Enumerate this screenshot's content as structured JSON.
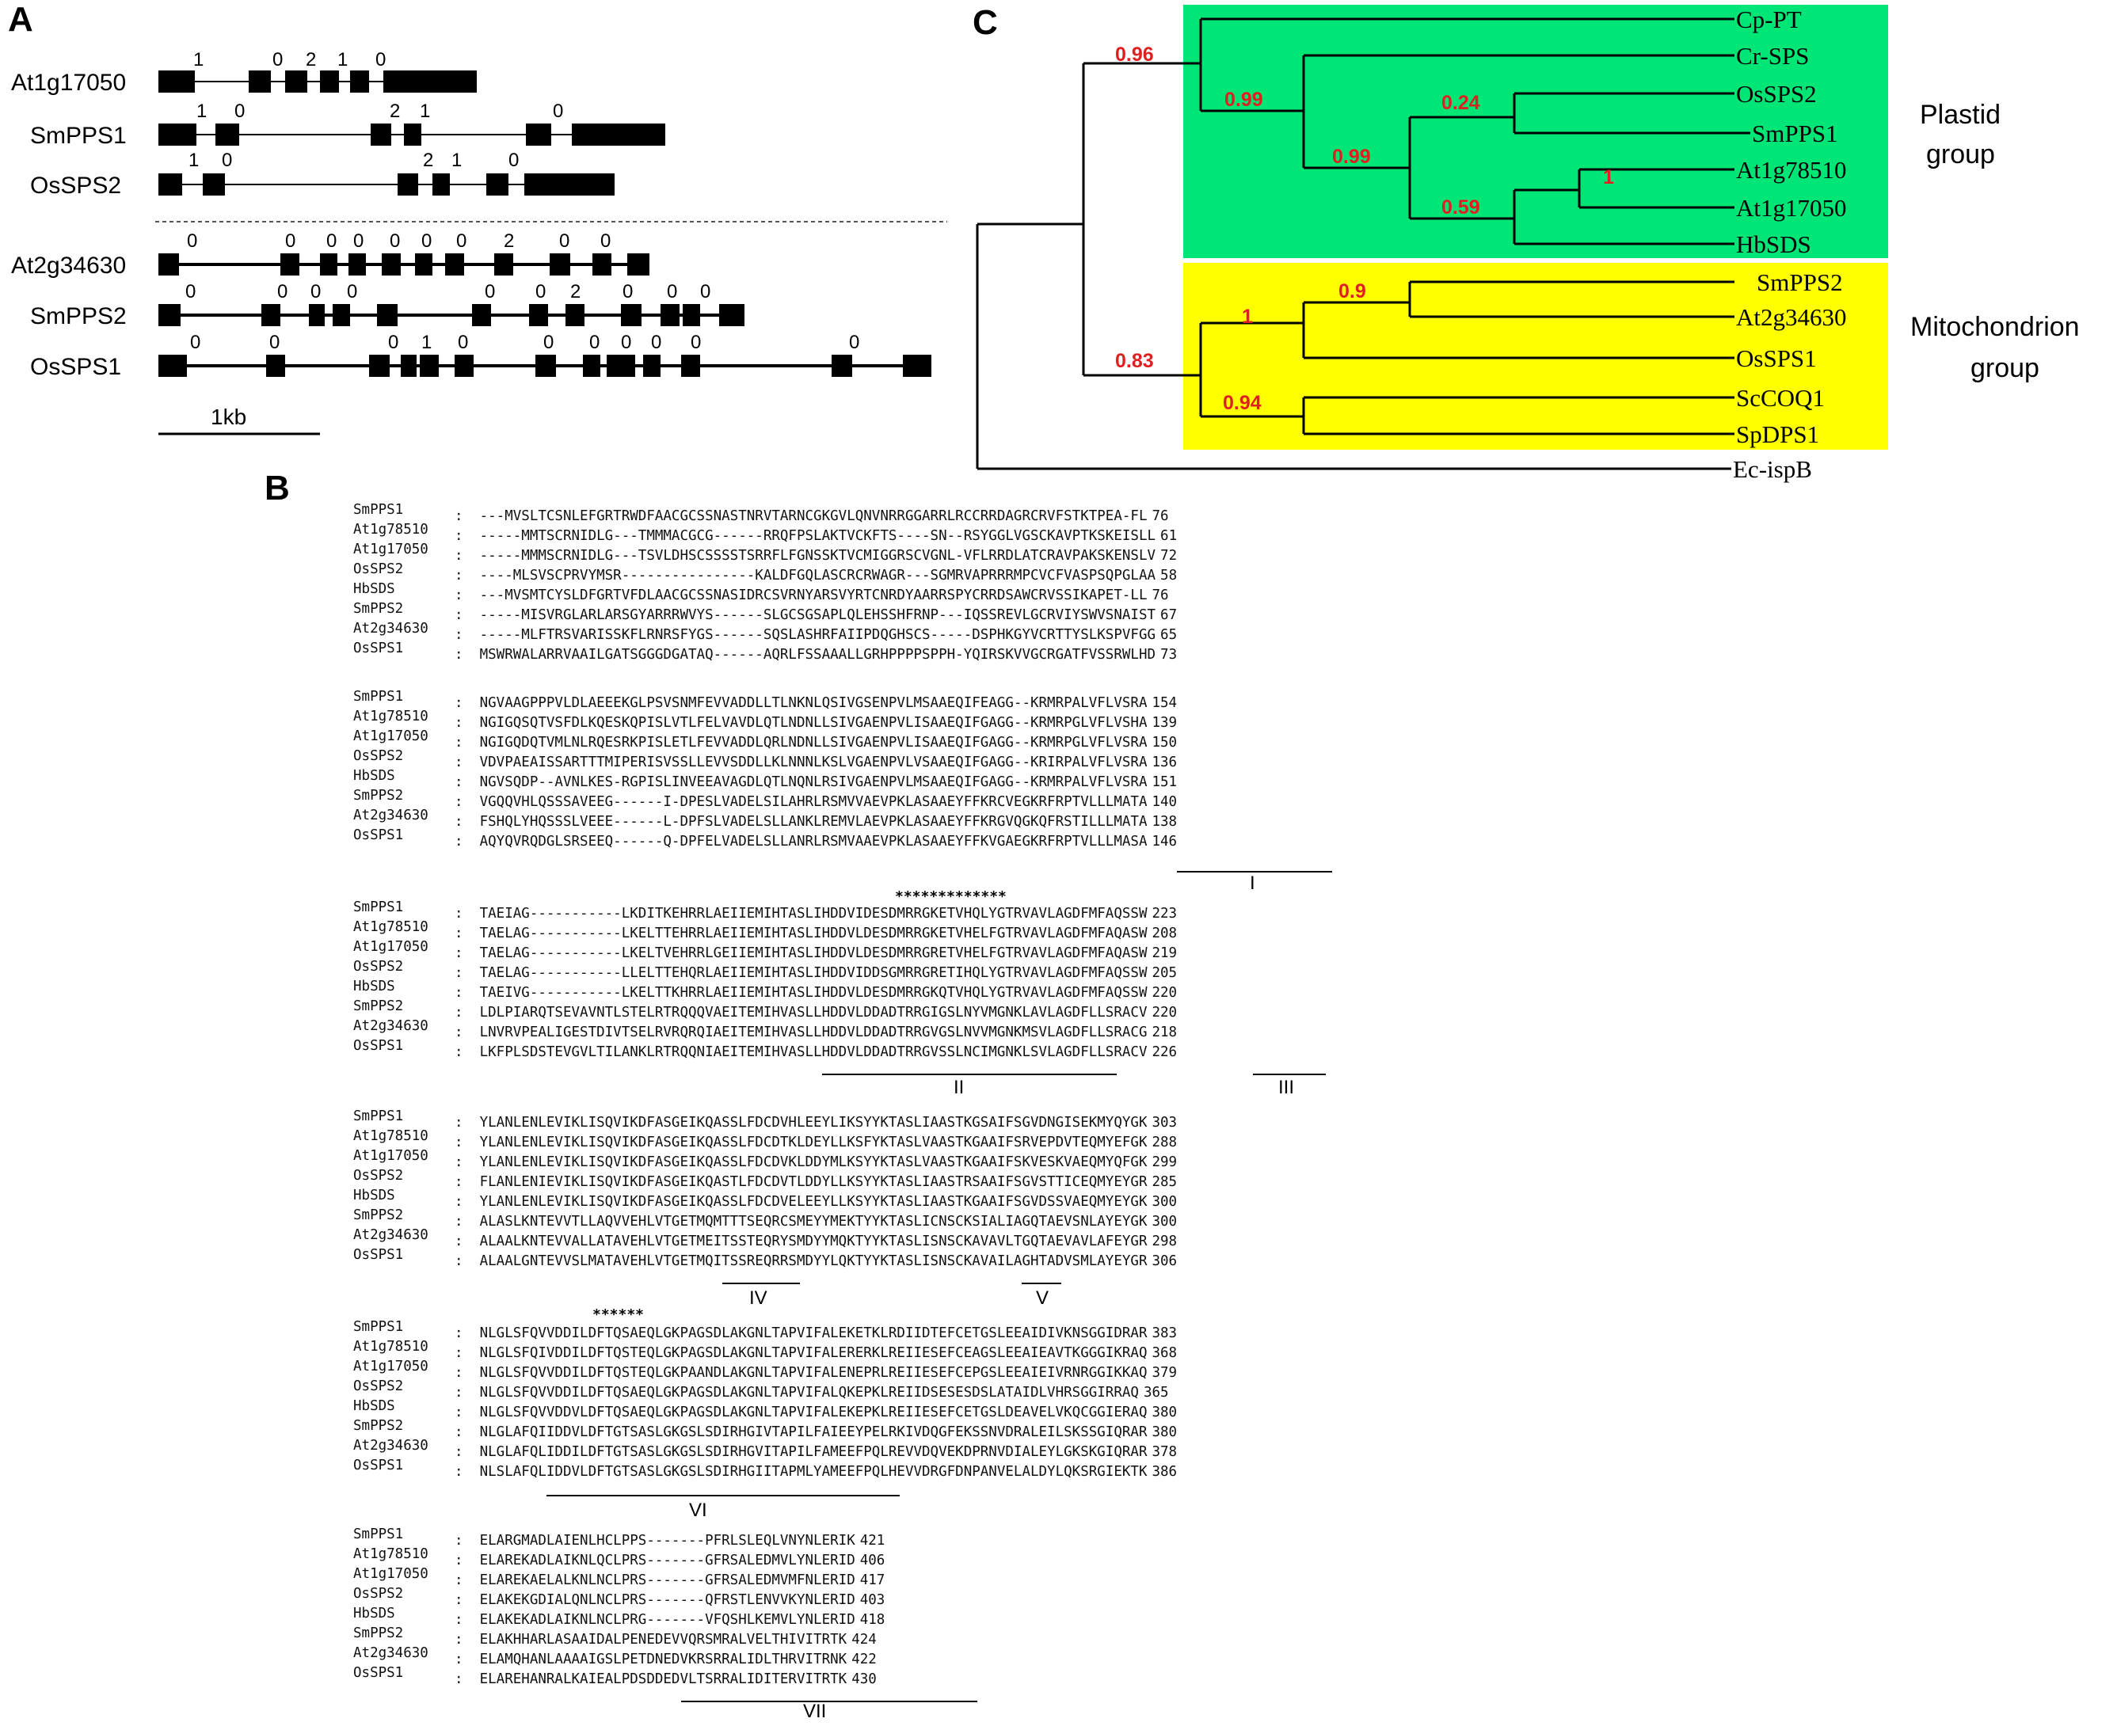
{
  "panels": {
    "a": "A",
    "b": "B",
    "c": "C"
  },
  "gene_structure": {
    "genes": [
      {
        "name": "At1g17050",
        "phases": [
          "1",
          "0",
          "2",
          "1",
          "0"
        ]
      },
      {
        "name": "SmPPS1",
        "phases": [
          "1",
          "0",
          "2",
          "1",
          "0"
        ]
      },
      {
        "name": "OsSPS2",
        "phases": [
          "1",
          "0",
          "2",
          "1",
          "0"
        ]
      },
      {
        "name": "At2g34630",
        "phases": [
          "0",
          "0",
          "0",
          "0",
          "0",
          "0",
          "0",
          "2",
          "0",
          "0"
        ]
      },
      {
        "name": "SmPPS2",
        "phases": [
          "0",
          "0",
          "0",
          "0",
          "0",
          "0",
          "2",
          "0",
          "0",
          "0"
        ]
      },
      {
        "name": "OsSPS1",
        "phases": [
          "0",
          "0",
          "0",
          "1",
          "0",
          "0",
          "0",
          "0",
          "0",
          "0",
          "0"
        ]
      }
    ],
    "scale_label": "1kb"
  },
  "tree": {
    "taxa": [
      "Cp-PT",
      "Cr-SPS",
      "OsSPS2",
      "SmPPS1",
      "At1g78510",
      "At1g17050",
      "HbSDS",
      "SmPPS2",
      "At2g34630",
      "OsSPS1",
      "ScCOQ1",
      "SpDPS1",
      "Ec-ispB"
    ],
    "bootstrap": [
      "0.96",
      "0.99",
      "0.24",
      "0.99",
      "1",
      "0.59",
      "0.9",
      "1",
      "0.83",
      "0.94"
    ],
    "groups": {
      "plastid": [
        "Plastid",
        "group"
      ],
      "mito": [
        "Mitochondrion",
        "group"
      ]
    },
    "colors": {
      "plastid": "#00e676",
      "mito": "#ffff00",
      "bootstrap": "#e02020"
    }
  },
  "alignment": {
    "blocks": [
      {
        "rows": [
          {
            "n": "SmPPS1",
            "s": "---MVSLTCSNLEFGRTRWDFAACGCSSNASTNRVTARNCGKGVLQNVNRRGGARRLRCCRRDAGRCRVFSTKTPEA-FL",
            "c": "76"
          },
          {
            "n": "At1g78510",
            "s": "-----MMTSCRNIDLG---TMMMACGCG------RRQFPSLAKTVCKFTS----SN--RSYGGLVGSCKAVPTKSKEISLL",
            "c": "61"
          },
          {
            "n": "At1g17050",
            "s": "-----MMMSCRNIDLG---TSVLDHSCSSSSTSRRFLFGNSSKTVCMIGGRSCVGNL-VFLRRDLATCRAVPAKSKENSLV",
            "c": "72"
          },
          {
            "n": "OsSPS2",
            "s": "----MLSVSCPRVYMSR----------------KALDFGQLASCRCRWAGR---SGMRVAPRRRMPCVCFVASPSQPGLAA",
            "c": "58"
          },
          {
            "n": "HbSDS",
            "s": "---MVSMTCYSLDFGRTVFDLAACGCSSNASIDRCSVRNYARSVYRTCNRDYAARRSPYCRRDSAWCRVSSIKAPET-LL",
            "c": "76"
          },
          {
            "n": "SmPPS2",
            "s": "-----MISVRGLARLARSGYARRRWVYS------SLGCSGSAPLQLEHSSHFRNP---IQSSREVLGCRVIYSWVSNAIST",
            "c": "67"
          },
          {
            "n": "At2g34630",
            "s": "-----MLFTRSVARISSKFLRNRSFYGS------SQSLASHRFAIIPDQGHSCS-----DSPHKGYVCRTTYSLKSPVFGG",
            "c": "65"
          },
          {
            "n": "OsSPS1",
            "s": "MSWRWALARRVAAILGATSGGGDGATAQ------AQRLFSSAAALLGRHPPPPSPPH-YQIRSKVVGCRGATFVSSRWLHD",
            "c": "73"
          }
        ]
      },
      {
        "rows": [
          {
            "n": "SmPPS1",
            "s": "NGVAAGPPPVLDLAEEEKGLPSVSNMFEVVADDLLTLNKNLQSIVGSENPVLMSAAEQIFEAGG--KRMRPALVFLVSRA",
            "c": "154"
          },
          {
            "n": "At1g78510",
            "s": "NGIGQSQTVSFDLKQESKQPISLVTLFELVAVDLQTLNDNLLSIVGAENPVLISAAEQIFGAGG--KRMRPGLVFLVSHA",
            "c": "139"
          },
          {
            "n": "At1g17050",
            "s": "NGIGQDQTVMLNLRQESRKPISLETLFEVVADDLQRLNDNLLSIVGAENPVLISAAEQIFGAGG--KRMRPGLVFLVSRA",
            "c": "150"
          },
          {
            "n": "OsSPS2",
            "s": "VDVPAEAISSARTTTMIPERISVSSLLEVVSDDLLKLNNNLKSLVGAENPVLVSAAEQIFGAGG--KRIRPALVFLVSRA",
            "c": "136"
          },
          {
            "n": "HbSDS",
            "s": "NGVSQDP--AVNLKES-RGPISLINVEEAVAGDLQTLNQNLRSIVGAENPVLMSAAEQIFGAGG--KRMRPALVFLVSRA",
            "c": "151"
          },
          {
            "n": "SmPPS2",
            "s": "VGQQVHLQSSSAVEEG------I-DPESLVADELSILAHRLRSMVVAEVPKLASAAEYFFKRCVEGKRFRPTVLLLMATA",
            "c": "140"
          },
          {
            "n": "At2g34630",
            "s": "FSHQLYHQSSSLVEEE------L-DPFSLVADELSLLANKLREMVLAEVPKLASAAEYFFKRGVQGKQFRSTILLLMATA",
            "c": "138"
          },
          {
            "n": "OsSPS1",
            "s": "AQYQVRQDGLSRSEEQ------Q-DPFELVADELSLLANRLRSMVAAEVPKLASAAEYFFKVGAEGKRFRPTVLLLMASA",
            "c": "146"
          }
        ]
      },
      {
        "rows": [
          {
            "n": "SmPPS1",
            "s": "TAEIAG-----------LKDITKEHRRLAEIIEMIHTASLIHDDVIDESDMRRGKETVHQLYGTRVAVLAGDFMFAQSSW",
            "c": "223"
          },
          {
            "n": "At1g78510",
            "s": "TAELAG-----------LKELTTEHRRLAEIIEMIHTASLIHDDVLDESDMRRGKETVHELFGTRVAVLAGDFMFAQASW",
            "c": "208"
          },
          {
            "n": "At1g17050",
            "s": "TAELAG-----------LKELTVEHRRLGEIIEMIHTASLIHDDVLDESDMRRGRETVHELFGTRVAVLAGDFMFAQASW",
            "c": "219"
          },
          {
            "n": "OsSPS2",
            "s": "TAELAG-----------LLELTTEHQRLAEIIEMIHTASLIHDDVIDDSGMRRGRETIHQLYGTRVAVLAGDFMFAQSSW",
            "c": "205"
          },
          {
            "n": "HbSDS",
            "s": "TAEIVG-----------LKELTTKHRRLAEIIEMIHTASLIHDDVLDESDMRRGKQTVHQLYGTRVAVLAGDFMFAQSSW",
            "c": "220"
          },
          {
            "n": "SmPPS2",
            "s": "LDLPIARQTSEVAVNTLSTELRTRQQQVAEITEMIHVASLLHDDVLDDADTRRGIGSLNYVMGNKLAVLAGDFLLSRACV",
            "c": "220"
          },
          {
            "n": "At2g34630",
            "s": "LNVRVPEALIGESTDIVTSELRVRQRQIAEITEMIHVASLLHDDVLDDADTRRGVGSLNVVMGNKMSVLAGDFLLSRACG",
            "c": "218"
          },
          {
            "n": "OsSPS1",
            "s": "LKFPLSDSTEVGVLTILANKLRTRQQNIAEITEMIHVASLLHDDVLDDADTRRGVSSLNCIMGNKLSVLAGDFLLSRACV",
            "c": "226"
          }
        ]
      },
      {
        "rows": [
          {
            "n": "SmPPS1",
            "s": "YLANLENLEVIKLISQVIKDFASGEIKQASSLFDCDVHLEEYLIKSYYKTASLIAASTKGSAIFSGVDNGISEKMYQYGK",
            "c": "303"
          },
          {
            "n": "At1g78510",
            "s": "YLANLENLEVIKLISQVIKDFASGEIKQASSLFDCDTKLDEYLLKSFYKTASLVAASTKGAAIFSRVEPDVTEQMYEFGK",
            "c": "288"
          },
          {
            "n": "At1g17050",
            "s": "YLANLENLEVIKLISQVIKDFASGEIKQASSLFDCDVKLDDYMLKSYYKTASLVAASTKGAAIFSKVESKVAEQMYQFGK",
            "c": "299"
          },
          {
            "n": "OsSPS2",
            "s": "FLANLENIEVIKLISQVIKDFASGEIKQASTLFDCDVTLDDYLLKSYYKTASLIAASTRSAAIFSGVSTTICEQMYEYGR",
            "c": "285"
          },
          {
            "n": "HbSDS",
            "s": "YLANLENLEVIKLISQVIKDFASGEIKQASSLFDCDVELEEYLLKSYYKTASLIAASTKGAAIFSGVDSSVAEQMYEYGK",
            "c": "300"
          },
          {
            "n": "SmPPS2",
            "s": "ALASLKNTEVVTLLAQVVEHLVTGETMQMTTTSEQRCSMEYYMEKTYYKTASLICNSCKSIALIAGQTAEVSNLAYEYGK",
            "c": "300"
          },
          {
            "n": "At2g34630",
            "s": "ALAALKNTEVVALLATAVEHLVTGETMEITSSTEQRYSMDYYMQKTYYKTASLISNSCKAVAVLTGQTAEVAVLAFEYGR",
            "c": "298"
          },
          {
            "n": "OsSPS1",
            "s": "ALAALGNTEVVSLMATAVEHLVTGETMQITSSREQRRSMDYYLQKTYYKTASLISNSCKAVAILAGHTADVSMLAYEYGR",
            "c": "306"
          }
        ]
      },
      {
        "rows": [
          {
            "n": "SmPPS1",
            "s": "NLGLSFQVVDDILDFTQSAEQLGKPAGSDLAKGNLTAPVIFALEKETKLRDIIDTEFCETGSLEEAIDIVKNSGGIDRAR",
            "c": "383"
          },
          {
            "n": "At1g78510",
            "s": "NLGLSFQIVDDILDFTQSTEQLGKPAGSDLAKGNLTAPVIFALERERKLREIIESEFCEAGSLEEAIEAVTKGGGIKRAQ",
            "c": "368"
          },
          {
            "n": "At1g17050",
            "s": "NLGLSFQVVDDILDFTQSTEQLGKPAANDLAKGNLTAPVIFALENEPRLREIIESEFCEPGSLEEAIEIVRNRGGIKKAQ",
            "c": "379"
          },
          {
            "n": "OsSPS2",
            "s": "NLGLSFQVVDDILDFTQSAEQLGKPAGSDLAKGNLTAPVIFALQKEPKLREIIDSESESDSLATAIDLVHRSGGIRRAQ",
            "c": "365"
          },
          {
            "n": "HbSDS",
            "s": "NLGLSFQVVDDVLDFTQSAEQLGKPAGSDLAKGNLTAPVIFALEKEPKLREIIESEFCETGSLDEAVELVKQCGGIERAQ",
            "c": "380"
          },
          {
            "n": "SmPPS2",
            "s": "NLGLAFQIIDDVLDFTGTSASLGKGSLSDIRHGIVTAPILFAIEEYPELRKIVDQGFEKSSNVDRALEILSKSSGIQRAR",
            "c": "380"
          },
          {
            "n": "At2g34630",
            "s": "NLGLAFQLIDDILDFTGTSASLGKGSLSDIRHGVITAPILFAMEEFPQLREVVDQVEKDPRNVDIALEYLGKSKGIQRAR",
            "c": "378"
          },
          {
            "n": "OsSPS1",
            "s": "NLSLAFQLIDDVLDFTGTSASLGKGSLSDIRHGIITAPMLYAMEEFPQLHEVVDRGFDNPANVELALDYLQKSRGIEKTK",
            "c": "386"
          }
        ]
      },
      {
        "rows": [
          {
            "n": "SmPPS1",
            "s": "ELARGMADLAIENLHCLPPS-------PFRLSLEQLVNYNLERIK",
            "c": "421"
          },
          {
            "n": "At1g78510",
            "s": "ELAREKADLAIKNLQCLPRS-------GFRSALEDMVLYNLERID",
            "c": "406"
          },
          {
            "n": "At1g17050",
            "s": "ELAREKAELALKNLNCLPRS-------GFRSALEDMVMFNLERID",
            "c": "417"
          },
          {
            "n": "OsSPS2",
            "s": "ELAKEKGDIALQNLNCLPRS-------QFRSTLENVVKYNLERID",
            "c": "403"
          },
          {
            "n": "HbSDS",
            "s": "ELAKEKADLAIKNLNCLPRG-------VFQSHLKEMVLYNLERID",
            "c": "418"
          },
          {
            "n": "SmPPS2",
            "s": "ELAKHHARLASAAIDALPENEDEVVQRSMRALVELTHIVITRTK",
            "c": "424"
          },
          {
            "n": "At2g34630",
            "s": "ELAMQHANLAAAAIGSLPETDNEDVKRSRRALIDLTHRVITRNK",
            "c": "422"
          },
          {
            "n": "OsSPS1",
            "s": "ELAREHANRALKAIEALPDSDDEDVLTSRRALIDITERVITRTK",
            "c": "430"
          }
        ]
      }
    ],
    "motifs": [
      "I",
      "II",
      "III",
      "IV",
      "V",
      "VI",
      "VII"
    ],
    "stars": [
      "*************",
      "******"
    ]
  }
}
